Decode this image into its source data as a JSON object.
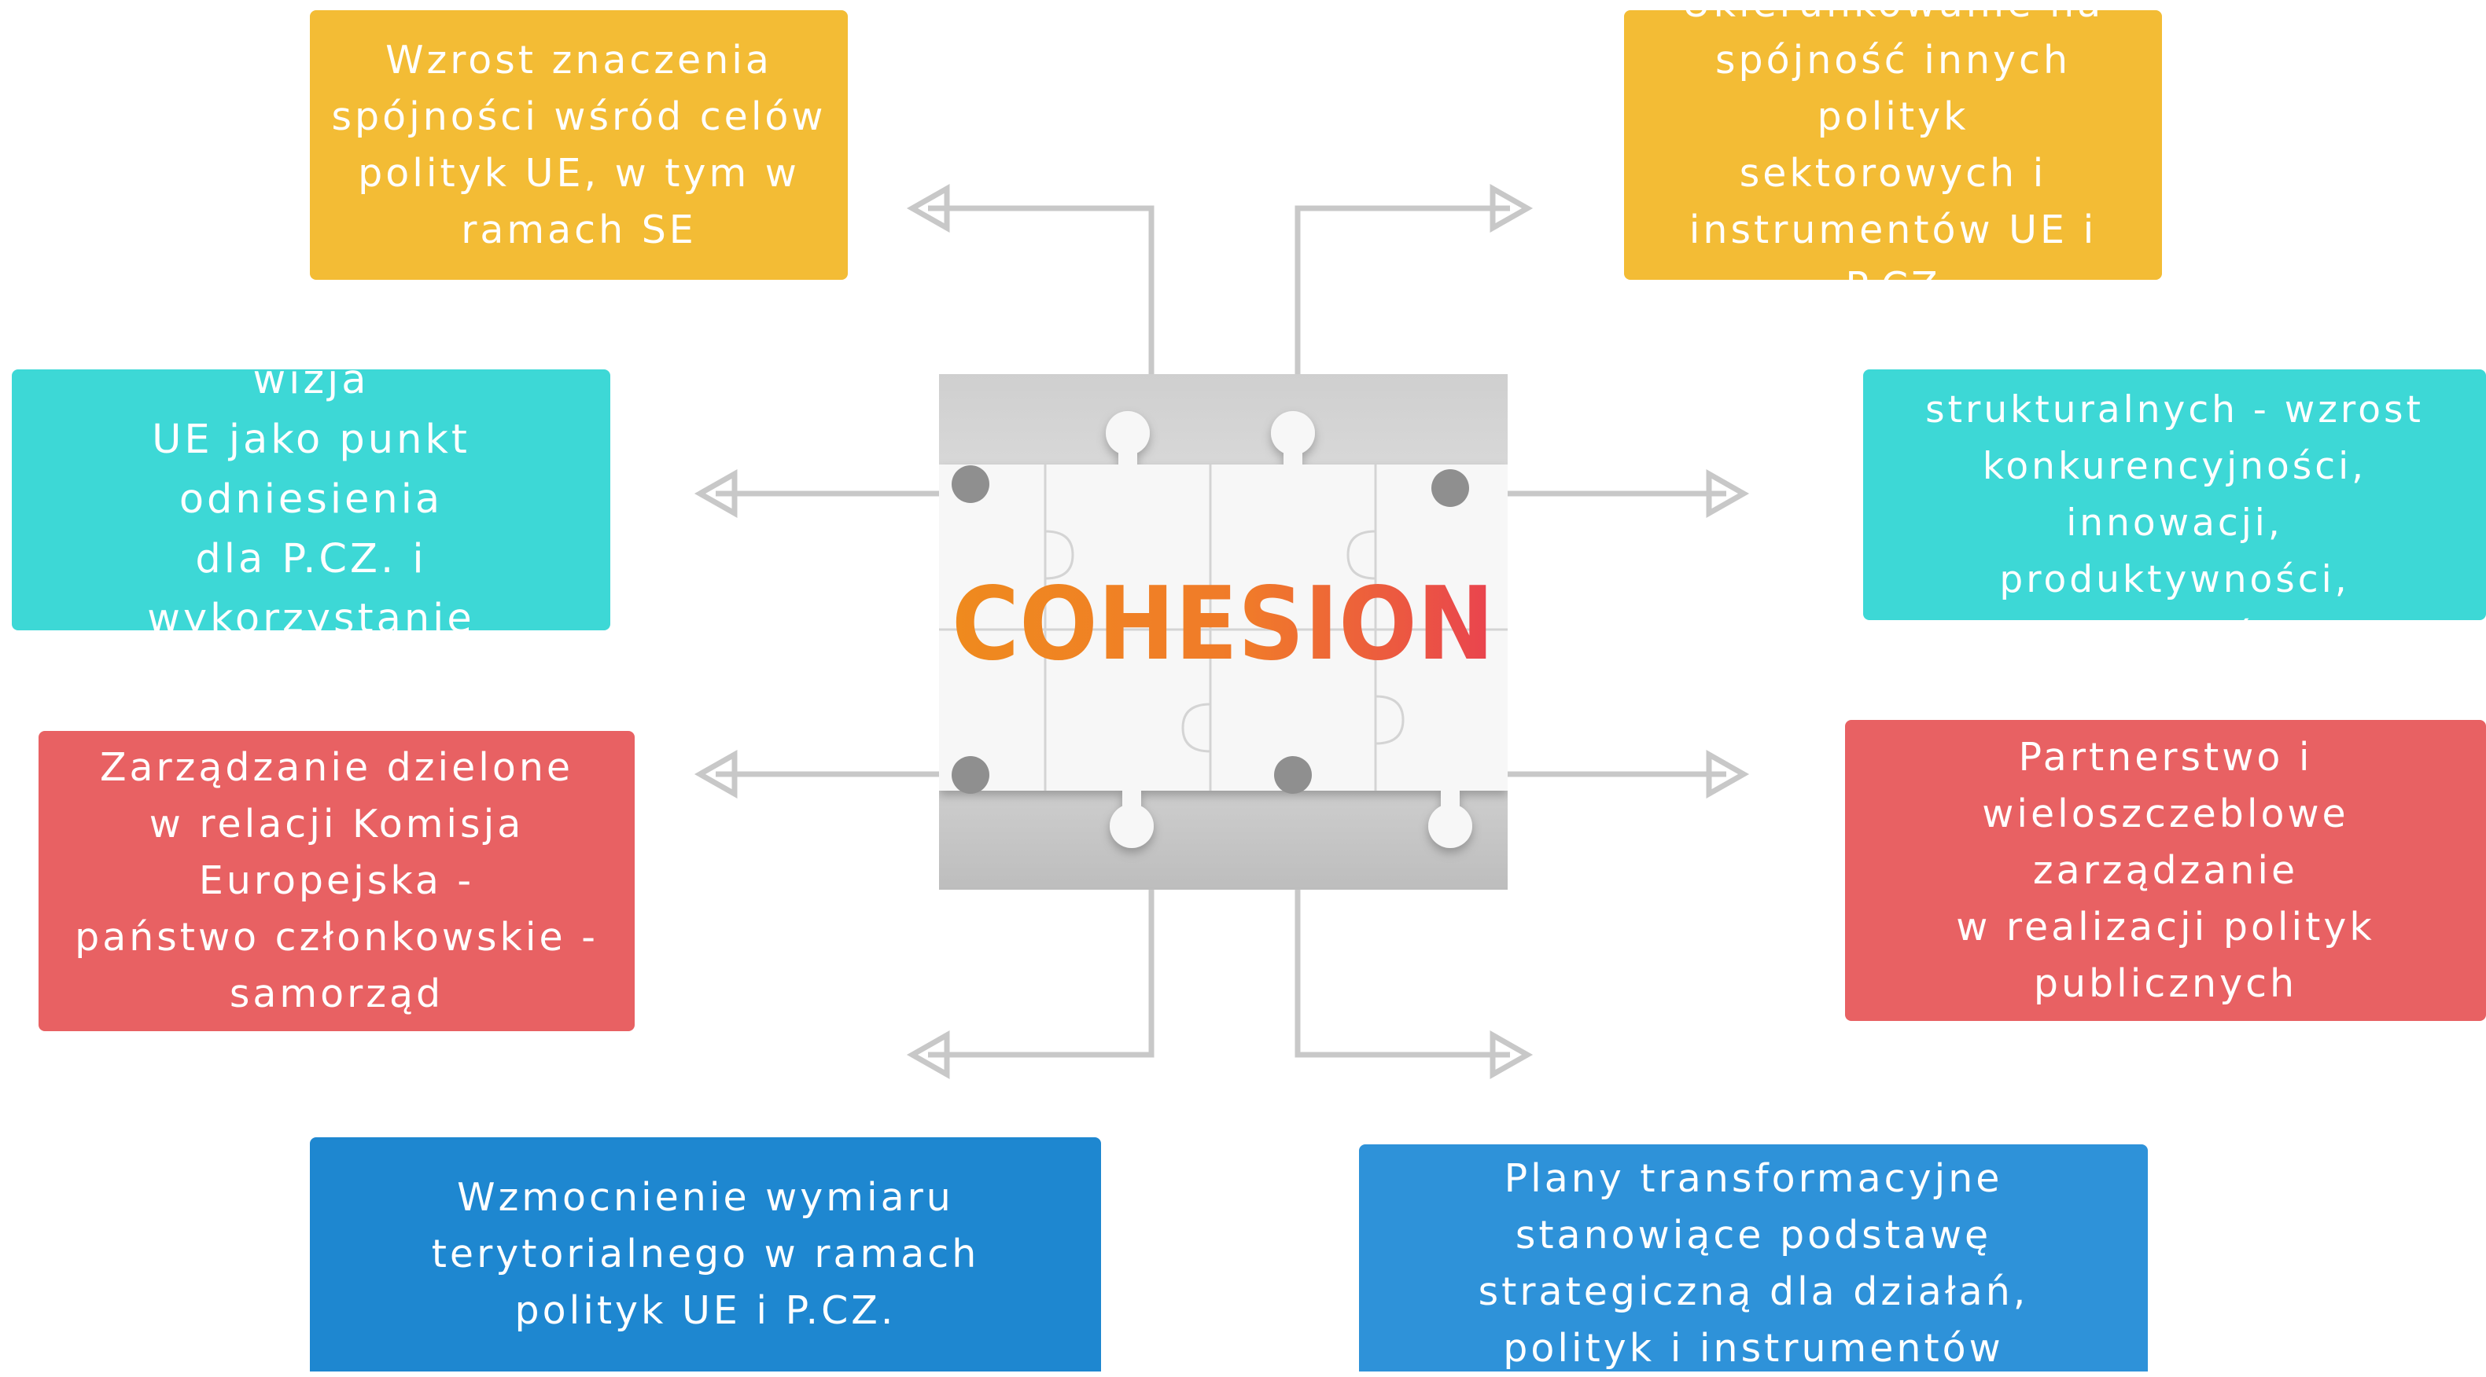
{
  "center": {
    "word": "COHESION",
    "word_gradient": [
      "#ef8a1e",
      "#e9434f"
    ]
  },
  "boxes": {
    "top_left": "Wzrost znaczenia\nspójności wśród celów\npolityk UE, w tym  w\nramach SE",
    "top_right": "Ukierunkowanie na\nspójność innych polityk\nsektorowych i\ninstrumentów UE i P.CZ",
    "mid_left": "Jednolita strategiczna wizja\nUE jako punkt odniesienia\ndla P.CZ. i wykorzystanie\nRaportów Kohezyjnych",
    "mid_right": "PS katalizatorem zmian\nstrukturalnych - wzrost\nkonkurencyjności, innowacji,\nproduktywności, odporności",
    "low_left": "Zarządzanie dzielone\nw relacji Komisja Europejska -\npaństwo członkowskie -\nsamorząd",
    "low_right": "Partnerstwo i\nwieloszczeblowe zarządzanie\nw realizacji polityk\npublicznych",
    "bottom_left": "Wzmocnienie wymiaru\nterytorialnego w ramach\npolityk UE i P.CZ.",
    "bottom_right": "Plany transformacyjne\nstanowiące podstawę\nstrategiczną dla działań,\npolityk i instrumentów"
  },
  "colors": {
    "yellow": "#f3bc35",
    "teal": "#3dd8d6",
    "red": "#e86163",
    "blue": "#1e87d0",
    "connector": "#c8c8c8"
  }
}
